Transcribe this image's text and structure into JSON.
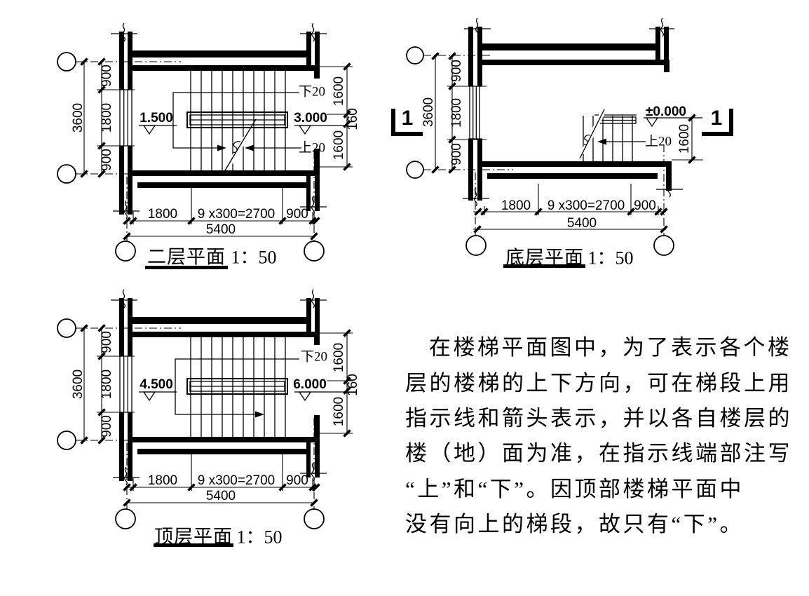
{
  "page": {
    "background": "#ffffff",
    "line_color": "#000000"
  },
  "plans": [
    {
      "id": "second-floor-plan",
      "title": "二层平面",
      "scale": "1：50",
      "elevation_left": "1.500",
      "elevation_right": "3.000",
      "label_down": "下20",
      "label_up": "上20",
      "dims": {
        "left_total": "3600",
        "left_segments": [
          "900",
          "1800",
          "900"
        ],
        "right_segments": [
          "1600",
          "160",
          "1600"
        ],
        "bottom_segments": [
          "1800",
          "9 x300=2700",
          "900"
        ],
        "bottom_total": "5400"
      }
    },
    {
      "id": "ground-floor-plan",
      "title": "底层平面",
      "scale": "1：50",
      "elevation_right": "±0.000",
      "label_up": "上20",
      "section_mark": "1",
      "dims": {
        "left_total": "3600",
        "left_segments": [
          "900",
          "1800",
          "900"
        ],
        "right_segments": [
          "1600"
        ],
        "bottom_segments": [
          "1800",
          "9 x300=2700",
          "900"
        ],
        "bottom_total": "5400"
      }
    },
    {
      "id": "top-floor-plan",
      "title": "顶层平面",
      "scale": "1：50",
      "elevation_left": "4.500",
      "elevation_right": "6.000",
      "label_down": "下20",
      "dims": {
        "left_total": "3600",
        "left_segments": [
          "900",
          "1800",
          "900"
        ],
        "right_segments": [
          "1600",
          "160",
          "1600"
        ],
        "bottom_segments": [
          "1800",
          "9 x300=2700",
          "900"
        ],
        "bottom_total": "5400"
      }
    }
  ],
  "paragraph": {
    "lines": [
      "在楼梯平面图中，为了表示各个楼",
      "层的楼梯的上下方向，可在梯段上用",
      "指示线和箭头表示，并以各自楼层的",
      "楼（地）面为准，在指示线端部注写",
      "“上”和“下”。因顶部楼梯平面中",
      "没有向上的梯段，故只有“下”。"
    ]
  }
}
